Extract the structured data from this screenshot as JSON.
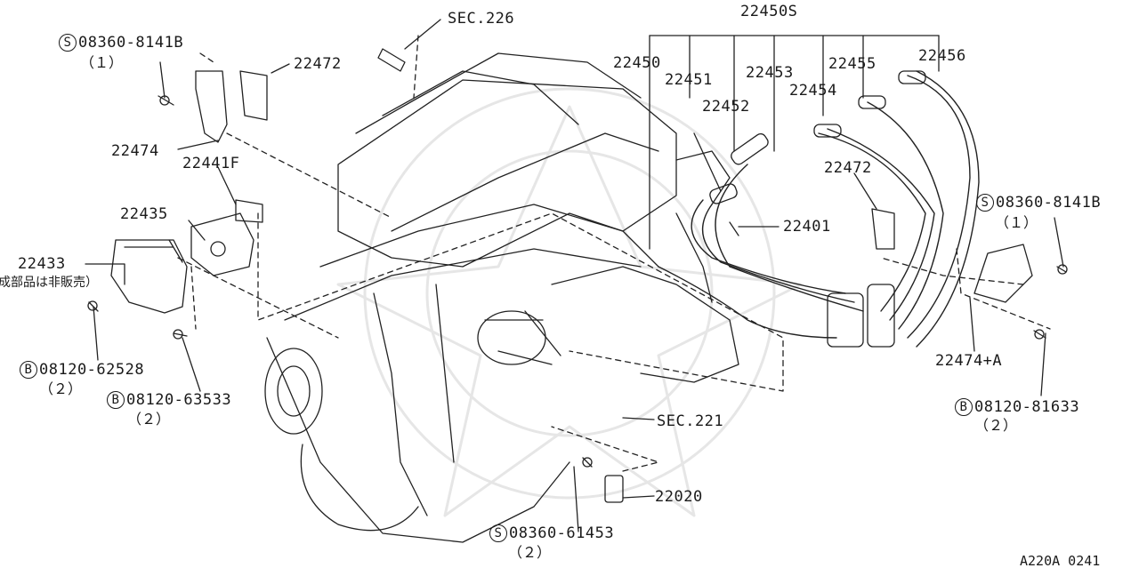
{
  "diagram": {
    "labels": {
      "sec226": "SEC.226",
      "p22450s": "22450S",
      "p22472_top": "22472",
      "p22474": "22474",
      "p22441f": "22441F",
      "p22435": "22435",
      "p22433": "22433",
      "p22450": "22450",
      "p22451": "22451",
      "p22452": "22452",
      "p22453": "22453",
      "p22454": "22454",
      "p22455": "22455",
      "p22456": "22456",
      "p22472_right": "22472",
      "p22401": "22401",
      "p22474a": "22474+A",
      "sec221": "SEC.221",
      "p22020": "22020"
    },
    "fasteners": {
      "s_top_left": {
        "badge": "S",
        "part": "08360-8141B",
        "qty": "（１）"
      },
      "s_right": {
        "badge": "S",
        "part": "08360-8141B",
        "qty": "（１）"
      },
      "b_62528": {
        "badge": "B",
        "part": "08120-62528",
        "qty": "（２）"
      },
      "b_63533": {
        "badge": "B",
        "part": "08120-63533",
        "qty": "（２）"
      },
      "b_81633": {
        "badge": "B",
        "part": "08120-81633",
        "qty": "（２）"
      },
      "s_61453": {
        "badge": "S",
        "part": "08360-61453",
        "qty": "（２）"
      }
    },
    "note_jp": "成部品は非販売）",
    "ref_code": "A220A 0241"
  }
}
